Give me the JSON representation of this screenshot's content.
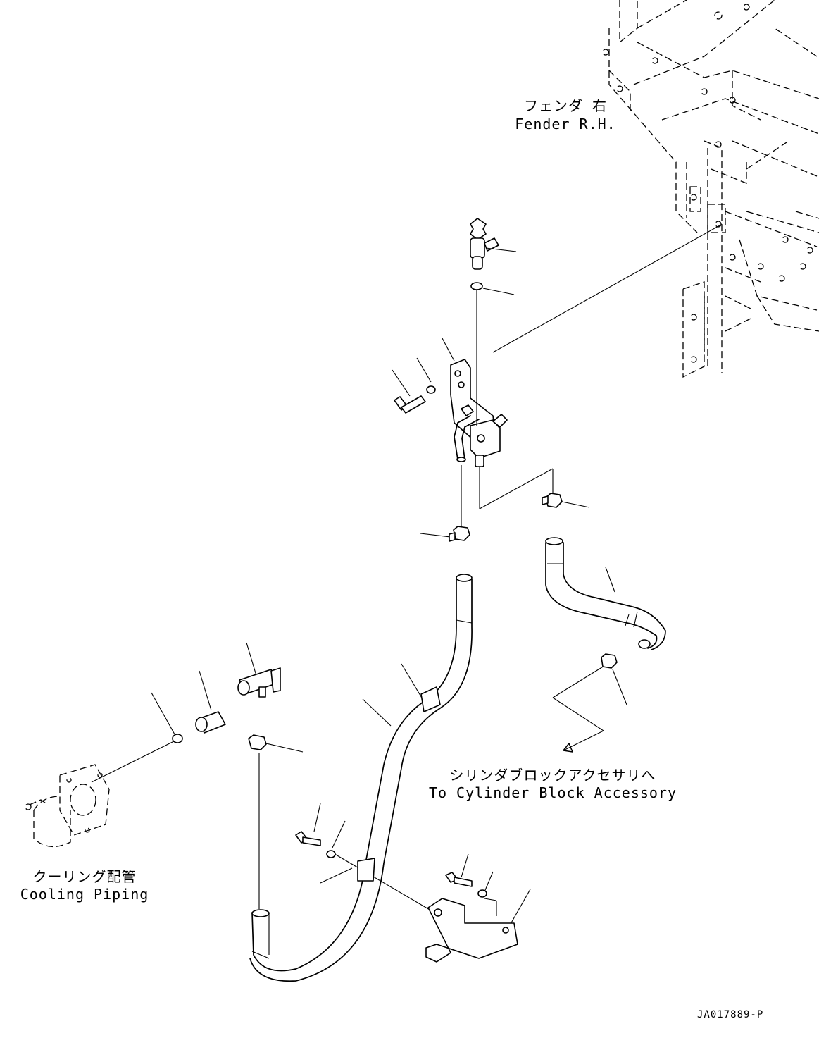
{
  "labels": {
    "fender_jp": "フェンダ 右",
    "fender_en": "Fender R.H.",
    "cylinder_jp": "シリンダブロックアクセサリへ",
    "cylinder_en": "To Cylinder Block Accessory",
    "cooling_jp": "クーリング配管",
    "cooling_en": "Cooling Piping",
    "drawing_number": "JA017889-P"
  }
}
